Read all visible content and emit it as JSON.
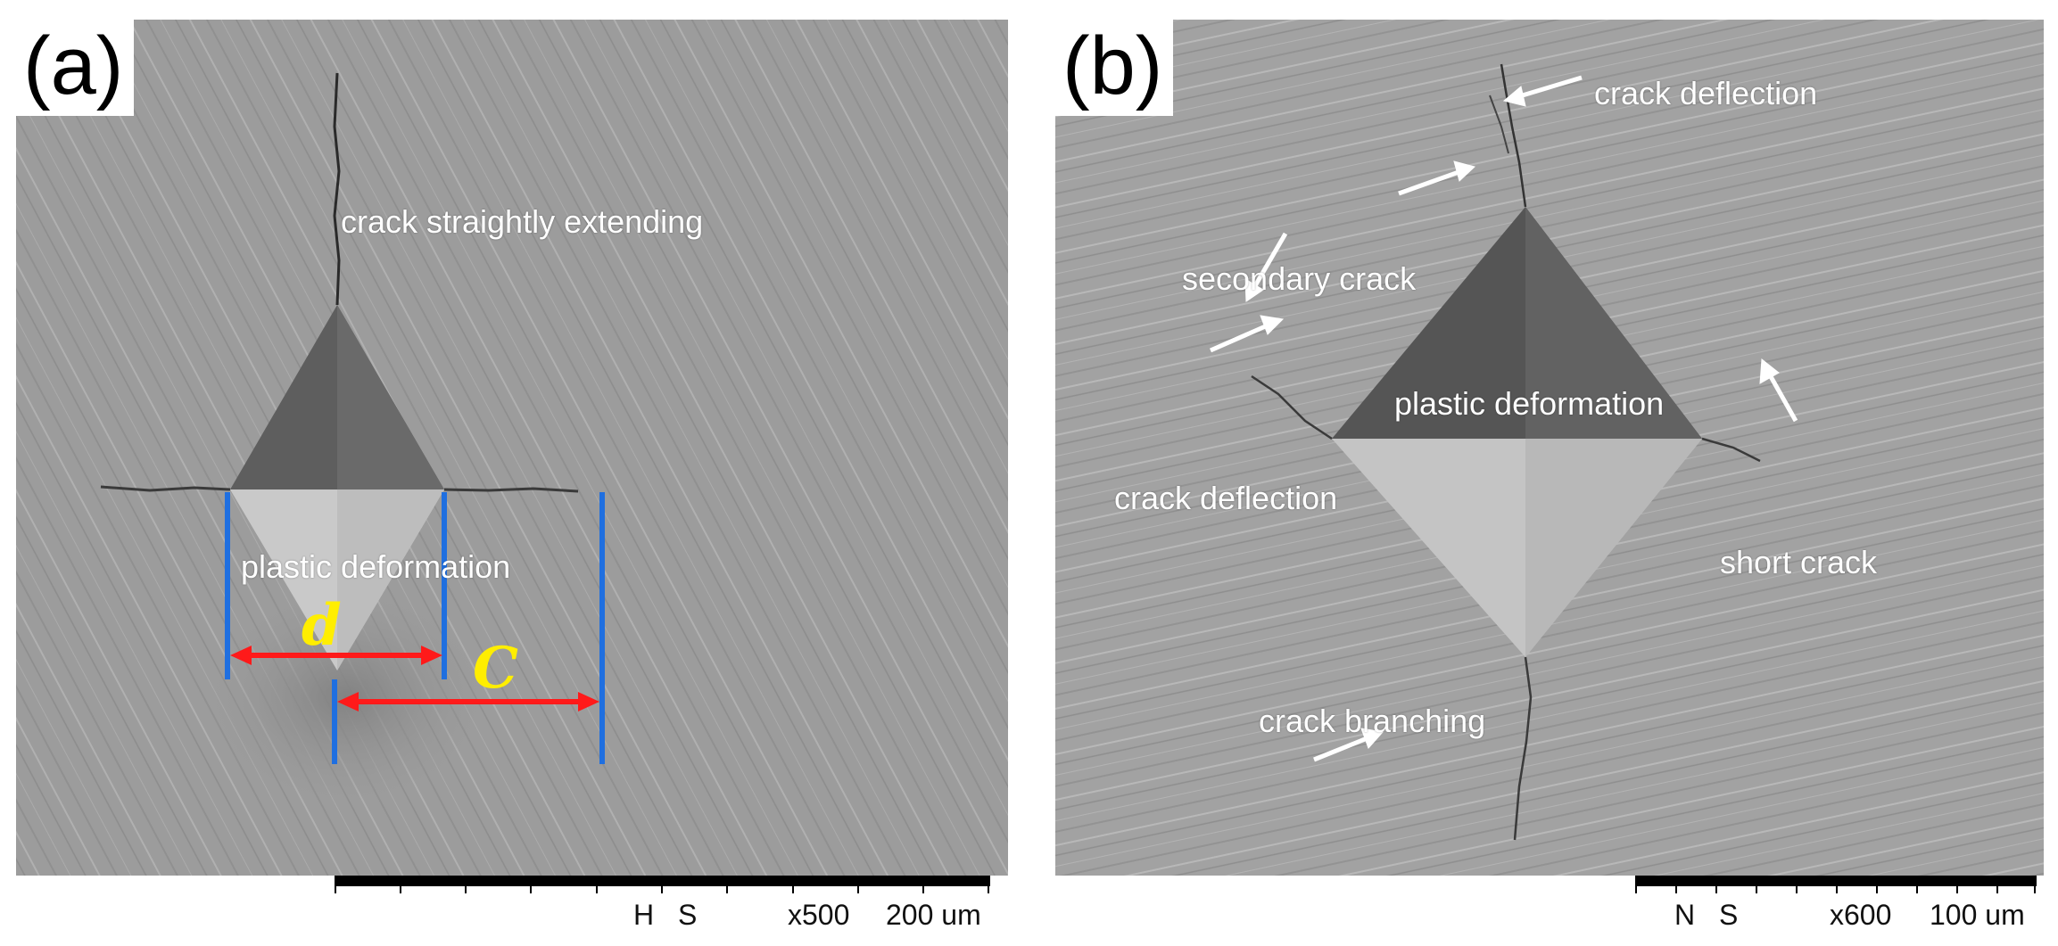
{
  "panel_a": {
    "label": "(a)",
    "annotations": {
      "crack_straight": "crack straightly extending",
      "plastic_deformation": "plastic deformation"
    },
    "symbols": {
      "d": "d",
      "c": "C"
    },
    "scale": {
      "left_code": "H",
      "right_code": "S",
      "magnification": "x500",
      "length": "200 um"
    }
  },
  "panel_b": {
    "label": "(b)",
    "annotations": {
      "crack_deflection_top": "crack deflection",
      "secondary_crack": "secondary crack",
      "plastic_deformation": "plastic deformation",
      "crack_deflection_left": "crack deflection",
      "short_crack": "short crack",
      "crack_branching": "crack branching"
    },
    "scale": {
      "left_code": "N",
      "right_code": "S",
      "magnification": "x600",
      "length": "100 um"
    }
  },
  "colors": {
    "measure_line": "#1f6fe0",
    "arrow_red": "#ff1a1a",
    "symbol_yellow": "#ffee00",
    "arrow_white": "#ffffff"
  }
}
